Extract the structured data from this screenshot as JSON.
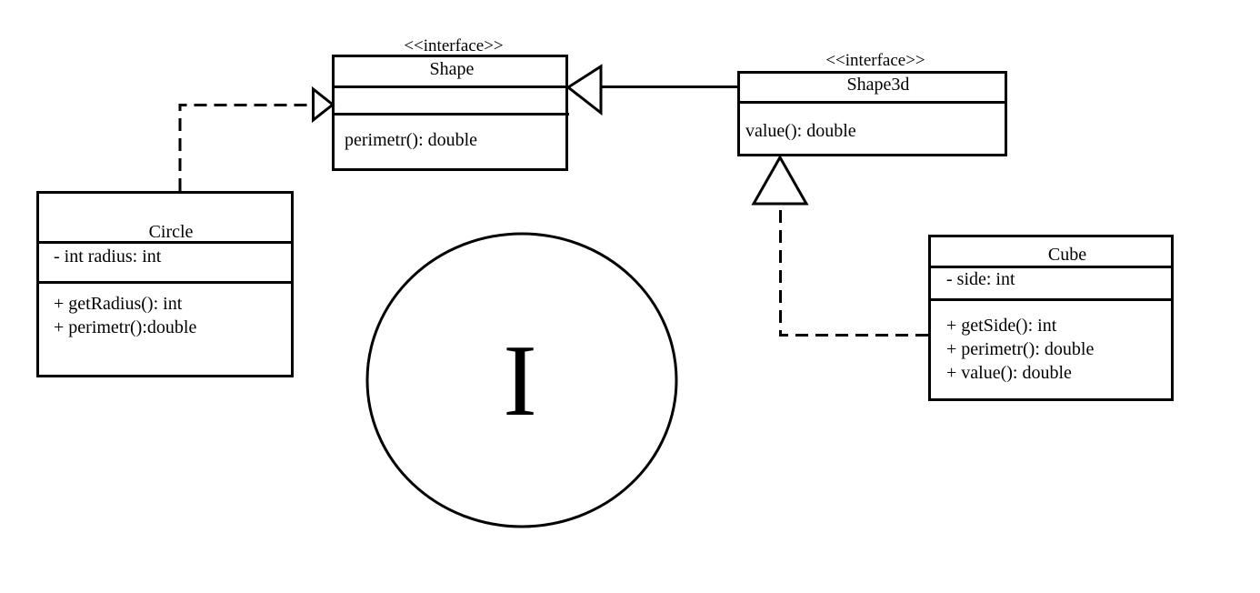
{
  "classes": {
    "shape": {
      "stereotype": "<<interface>>",
      "name": "Shape",
      "attributes": [],
      "operations": [
        "perimetr(): double"
      ]
    },
    "shape3d": {
      "stereotype": "<<interface>>",
      "name": "Shape3d",
      "operations": [
        "value(): double"
      ]
    },
    "circle": {
      "name": "Circle",
      "attributes": [
        "- int radius: int"
      ],
      "operations": [
        "+ getRadius(): int",
        "+ perimetr():double"
      ]
    },
    "cube": {
      "name": "Cube",
      "attributes": [
        "- side: int"
      ],
      "operations": [
        "+ getSide(): int",
        "+ perimetr(): double",
        "+ value(): double"
      ]
    }
  },
  "relations": [
    {
      "from": "Circle",
      "to": "Shape",
      "kind": "realization"
    },
    {
      "from": "Shape3d",
      "to": "Shape",
      "kind": "generalization"
    },
    {
      "from": "Cube",
      "to": "Shape3d",
      "kind": "realization"
    }
  ],
  "interface_symbol": {
    "letter": "I"
  }
}
